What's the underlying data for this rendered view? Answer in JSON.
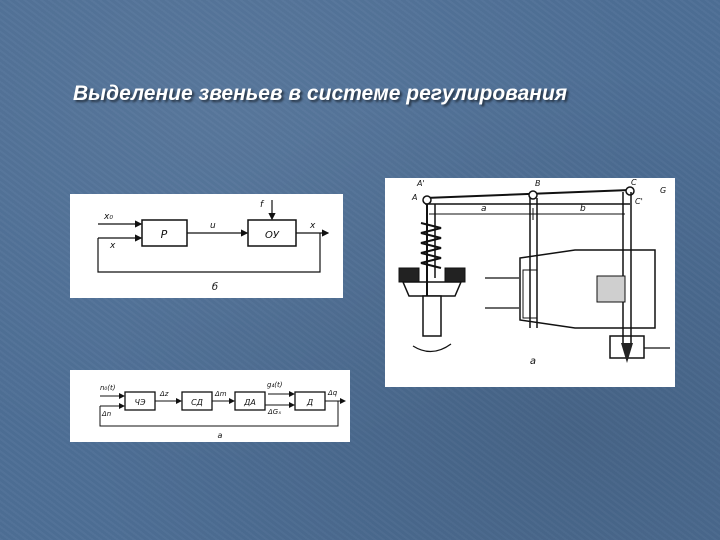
{
  "slide": {
    "title": "Выделение звеньев в системе регулирования"
  },
  "diagram_b": {
    "inputs": {
      "x0": "x₀",
      "x": "x",
      "f": "f"
    },
    "blocks": {
      "regulator": "Р",
      "object": "ОУ"
    },
    "signals": {
      "u": "u",
      "x_out": "x"
    },
    "caption": "б"
  },
  "diagram_a": {
    "labels": {
      "A1": "A'",
      "A": "A",
      "B": "B",
      "C": "C",
      "C1": "C'",
      "a": "a",
      "b": "b",
      "G": "G"
    },
    "caption": "а"
  },
  "diagram_c": {
    "inputs": {
      "n0": "n₀(t)",
      "dn": "Δn",
      "gc": "g₄(t)",
      "dG": "ΔGₓ"
    },
    "blocks": {
      "cb": "ЧЭ",
      "sd": "СД",
      "da": "ДА",
      "d": "Д"
    },
    "signals": {
      "dz": "Δz",
      "dm": "Δm",
      "dq": "Δq"
    },
    "caption": "а"
  }
}
